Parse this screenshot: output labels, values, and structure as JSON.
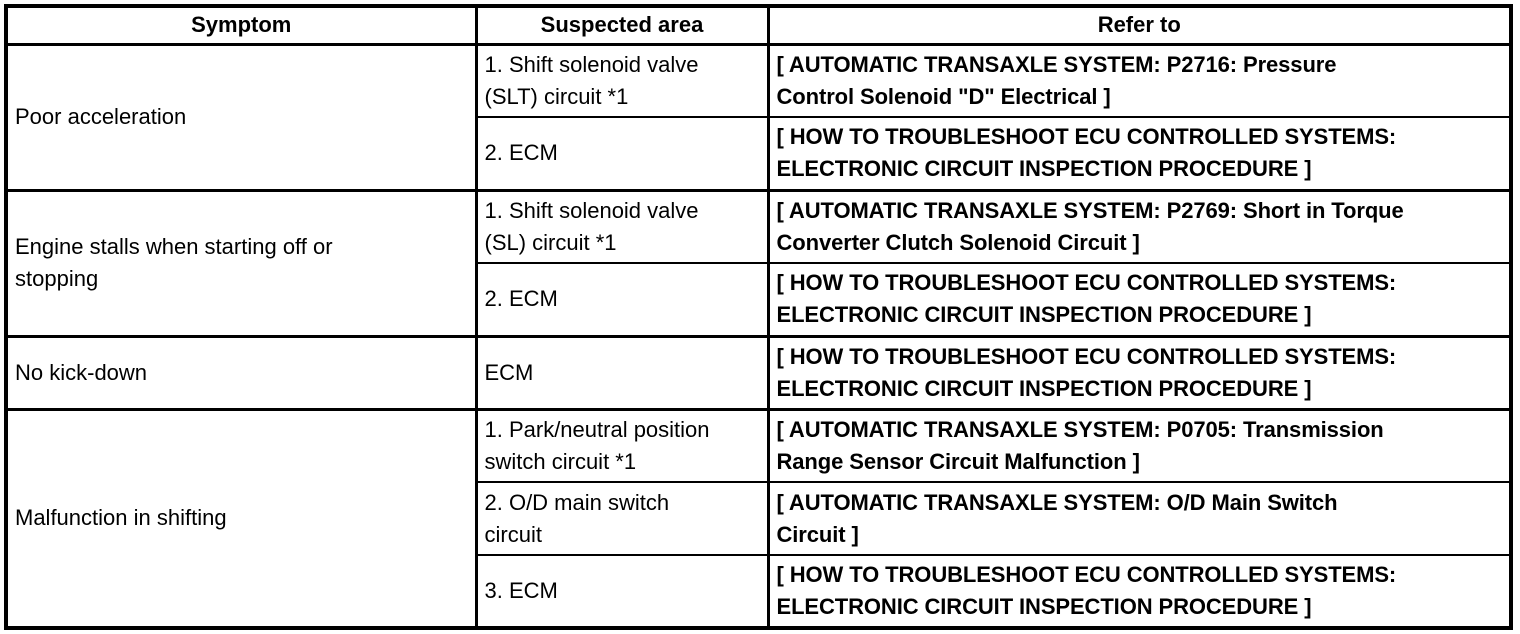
{
  "table": {
    "headers": {
      "symptom": "Symptom",
      "suspected_area": "Suspected area",
      "refer_to": "Refer to"
    },
    "groups": [
      {
        "symptom": "Poor acceleration",
        "entries": [
          {
            "area": "1. Shift solenoid valve\n(SLT) circuit *1",
            "refer": "[ AUTOMATIC TRANSAXLE SYSTEM: P2716: Pressure\nControl Solenoid \"D\" Electrical ]"
          },
          {
            "area": "2. ECM",
            "refer": "[ HOW TO TROUBLESHOOT ECU CONTROLLED SYSTEMS:\nELECTRONIC CIRCUIT INSPECTION PROCEDURE ]"
          }
        ]
      },
      {
        "symptom": "Engine stalls when starting off or\nstopping",
        "entries": [
          {
            "area": "1. Shift solenoid valve\n(SL) circuit *1",
            "refer": "[ AUTOMATIC TRANSAXLE SYSTEM: P2769: Short in Torque\nConverter Clutch Solenoid Circuit ]"
          },
          {
            "area": "2. ECM",
            "refer": "[ HOW TO TROUBLESHOOT ECU CONTROLLED SYSTEMS:\nELECTRONIC CIRCUIT INSPECTION PROCEDURE ]"
          }
        ]
      },
      {
        "symptom": "No kick-down",
        "entries": [
          {
            "area": "ECM",
            "refer": "[ HOW TO TROUBLESHOOT ECU CONTROLLED SYSTEMS:\nELECTRONIC CIRCUIT INSPECTION PROCEDURE ]"
          }
        ]
      },
      {
        "symptom": "Malfunction in shifting",
        "entries": [
          {
            "area": "1. Park/neutral position\nswitch circuit *1",
            "refer": "[ AUTOMATIC TRANSAXLE SYSTEM: P0705: Transmission\nRange Sensor Circuit Malfunction ]"
          },
          {
            "area": "2. O/D main switch\ncircuit",
            "refer": "[ AUTOMATIC TRANSAXLE SYSTEM: O/D Main Switch\nCircuit ]"
          },
          {
            "area": "3. ECM",
            "refer": "[ HOW TO TROUBLESHOOT ECU CONTROLLED SYSTEMS:\nELECTRONIC CIRCUIT INSPECTION PROCEDURE ]"
          }
        ]
      }
    ]
  }
}
